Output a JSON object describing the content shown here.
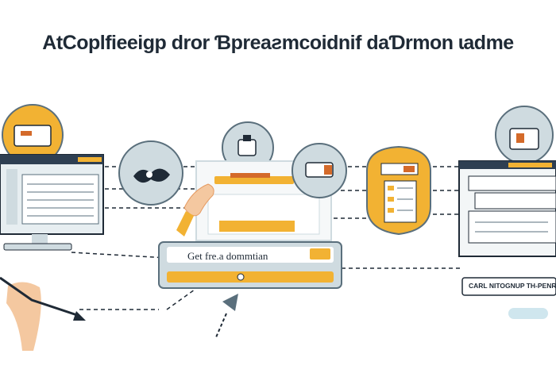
{
  "header": {
    "title": "AtCoplfieeigp dror Ɓpreaƨmcoidnif daƊrmon ɩadme"
  },
  "center_card": {
    "cta_text": "Get fre.a dommtian"
  },
  "right_panel": {
    "caption": "CARL NITOGNUP TH-PENR"
  },
  "colors": {
    "accent": "#f2b233",
    "outline": "#5a6f7c",
    "bubble": "#cfdbe0",
    "ink": "#1f2a36",
    "skin": "#f4c8a0"
  }
}
